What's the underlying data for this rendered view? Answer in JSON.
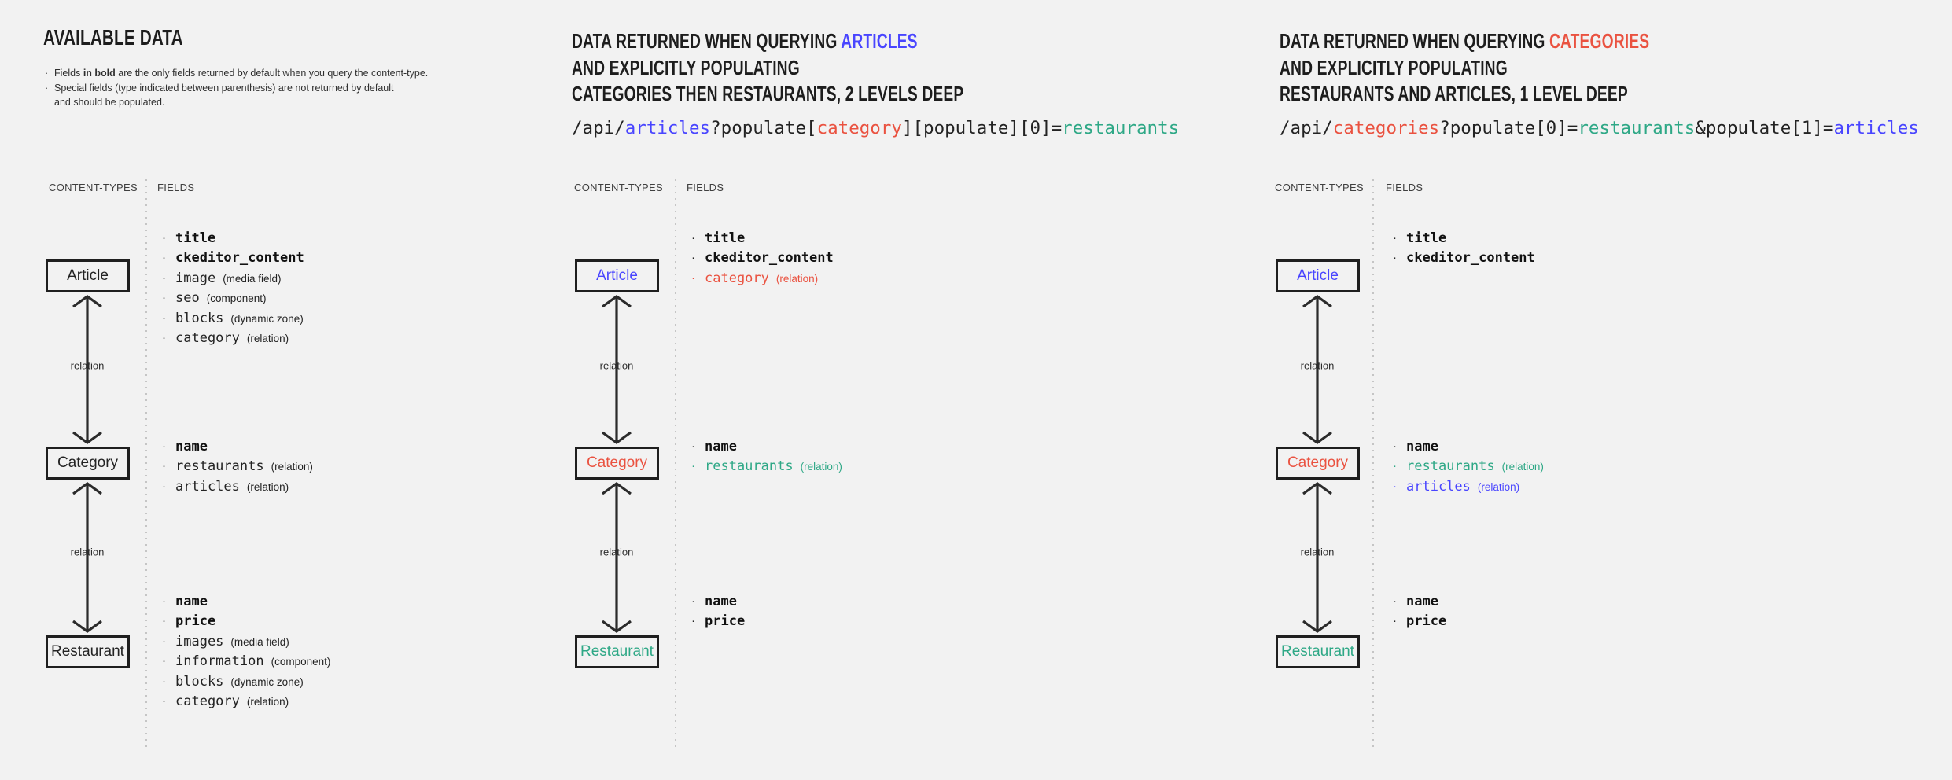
{
  "colors": {
    "blue": "#4945ff",
    "red": "#ea5240",
    "teal": "#2ea886",
    "dark": "#232323",
    "code_dark": "#232323",
    "heading": "#1d1d1d",
    "background": "#f2f2f2"
  },
  "available": {
    "title": "AVAILABLE DATA",
    "note1": {
      "pre": "Fields ",
      "bold": "in bold",
      "post": " are the only fields returned by default when you query the content-type."
    },
    "note2": {
      "line1": "Special fields (type indicated between parenthesis) are not returned by default",
      "line2": "and should be populated."
    },
    "content_types_label": "CONTENT-TYPES",
    "fields_label": "FIELDS",
    "relation_label": "relation",
    "nodes": {
      "article": {
        "label": "Article",
        "label_color": "dark",
        "fields": [
          {
            "name": "title",
            "type": "",
            "bold": true,
            "color": "dark"
          },
          {
            "name": "ckeditor_content",
            "type": "",
            "bold": true,
            "color": "dark"
          },
          {
            "name": "image",
            "type": "(media field)",
            "bold": false,
            "color": "dark"
          },
          {
            "name": "seo",
            "type": "(component)",
            "bold": false,
            "color": "dark"
          },
          {
            "name": "blocks",
            "type": "(dynamic zone)",
            "bold": false,
            "color": "dark"
          },
          {
            "name": "category",
            "type": "(relation)",
            "bold": false,
            "color": "dark"
          }
        ]
      },
      "category": {
        "label": "Category",
        "label_color": "dark",
        "fields": [
          {
            "name": "name",
            "type": "",
            "bold": true,
            "color": "dark"
          },
          {
            "name": "restaurants",
            "type": "(relation)",
            "bold": false,
            "color": "dark"
          },
          {
            "name": "articles",
            "type": "(relation)",
            "bold": false,
            "color": "dark"
          }
        ]
      },
      "restaurant": {
        "label": "Restaurant",
        "label_color": "dark",
        "fields": [
          {
            "name": "name",
            "type": "",
            "bold": true,
            "color": "dark"
          },
          {
            "name": "price",
            "type": "",
            "bold": true,
            "color": "dark"
          },
          {
            "name": "images",
            "type": "(media field)",
            "bold": false,
            "color": "dark"
          },
          {
            "name": "information",
            "type": "(component)",
            "bold": false,
            "color": "dark"
          },
          {
            "name": "blocks",
            "type": "(dynamic zone)",
            "bold": false,
            "color": "dark"
          },
          {
            "name": "category",
            "type": "(relation)",
            "bold": false,
            "color": "dark"
          }
        ]
      }
    }
  },
  "query_articles": {
    "heading": {
      "line1_text": "DATA RETURNED WHEN QUERYING ",
      "line1_highlight": "ARTICLES",
      "line1_highlight_color": "blue",
      "line2": "AND EXPLICITLY POPULATING",
      "line3": "CATEGORIES THEN RESTAURANTS, 2 LEVELS DEEP"
    },
    "code": [
      {
        "text": "/api/",
        "color": "code_dark"
      },
      {
        "text": "articles",
        "color": "blue"
      },
      {
        "text": "?populate[",
        "color": "code_dark"
      },
      {
        "text": "category",
        "color": "red"
      },
      {
        "text": "][populate][0]=",
        "color": "code_dark"
      },
      {
        "text": "restaurants",
        "color": "teal"
      }
    ],
    "content_types_label": "CONTENT-TYPES",
    "fields_label": "FIELDS",
    "relation_label": "relation",
    "nodes": {
      "article": {
        "label": "Article",
        "label_color": "blue",
        "fields": [
          {
            "name": "title",
            "type": "",
            "bold": true,
            "color": "dark"
          },
          {
            "name": "ckeditor_content",
            "type": "",
            "bold": true,
            "color": "dark"
          },
          {
            "name": "category",
            "type": "(relation)",
            "bold": false,
            "color": "red"
          }
        ]
      },
      "category": {
        "label": "Category",
        "label_color": "red",
        "fields": [
          {
            "name": "name",
            "type": "",
            "bold": true,
            "color": "dark"
          },
          {
            "name": "restaurants",
            "type": "(relation)",
            "bold": false,
            "color": "teal"
          }
        ]
      },
      "restaurant": {
        "label": "Restaurant",
        "label_color": "teal",
        "fields": [
          {
            "name": "name",
            "type": "",
            "bold": true,
            "color": "dark"
          },
          {
            "name": "price",
            "type": "",
            "bold": true,
            "color": "dark"
          }
        ]
      }
    }
  },
  "query_categories": {
    "heading": {
      "line1_text": "DATA RETURNED WHEN QUERYING ",
      "line1_highlight": "CATEGORIES",
      "line1_highlight_color": "red",
      "line2": "AND EXPLICITLY POPULATING",
      "line3": "RESTAURANTS AND ARTICLES, 1 LEVEL DEEP"
    },
    "code": [
      {
        "text": "/api/",
        "color": "code_dark"
      },
      {
        "text": "categories",
        "color": "red"
      },
      {
        "text": "?populate[0]=",
        "color": "code_dark"
      },
      {
        "text": "restaurants",
        "color": "teal"
      },
      {
        "text": "&populate[1]=",
        "color": "code_dark"
      },
      {
        "text": "articles",
        "color": "blue"
      }
    ],
    "content_types_label": "CONTENT-TYPES",
    "fields_label": "FIELDS",
    "relation_label": "relation",
    "nodes": {
      "article": {
        "label": "Article",
        "label_color": "blue",
        "fields": [
          {
            "name": "title",
            "type": "",
            "bold": true,
            "color": "dark"
          },
          {
            "name": "ckeditor_content",
            "type": "",
            "bold": true,
            "color": "dark"
          }
        ]
      },
      "category": {
        "label": "Category",
        "label_color": "red",
        "fields": [
          {
            "name": "name",
            "type": "",
            "bold": true,
            "color": "dark"
          },
          {
            "name": "restaurants",
            "type": "(relation)",
            "bold": false,
            "color": "teal"
          },
          {
            "name": "articles",
            "type": "(relation)",
            "bold": false,
            "color": "blue"
          }
        ]
      },
      "restaurant": {
        "label": "Restaurant",
        "label_color": "teal",
        "fields": [
          {
            "name": "name",
            "type": "",
            "bold": true,
            "color": "dark"
          },
          {
            "name": "price",
            "type": "",
            "bold": true,
            "color": "dark"
          }
        ]
      }
    }
  }
}
